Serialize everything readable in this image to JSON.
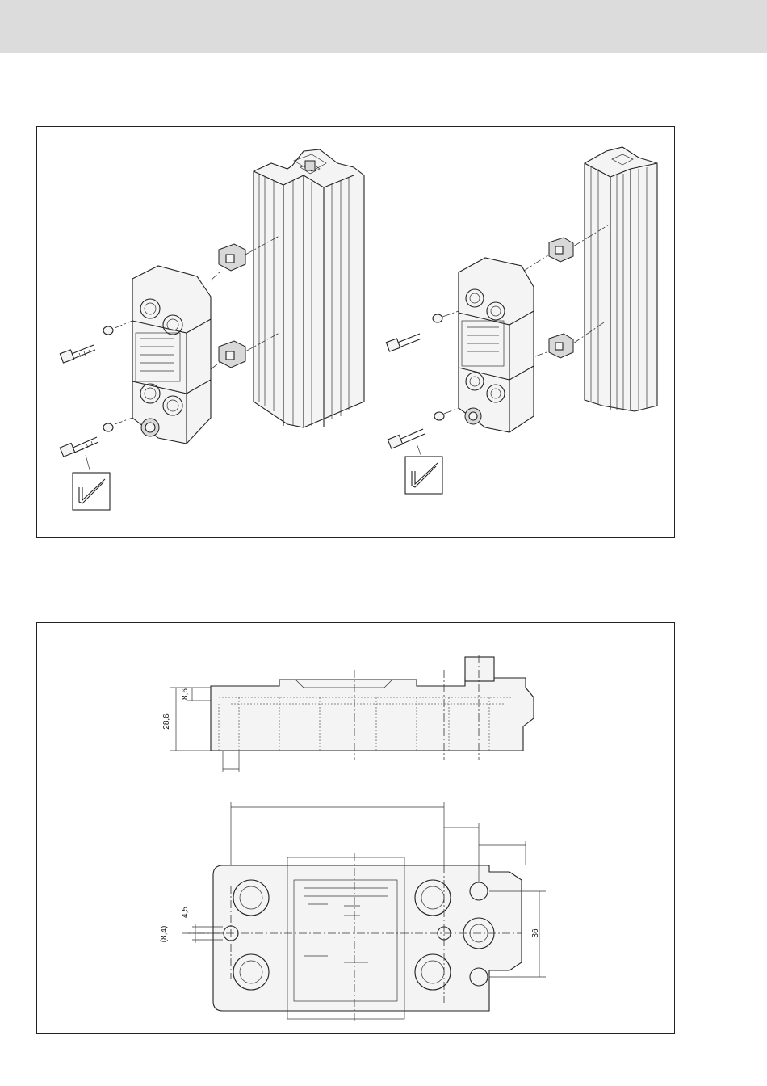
{
  "colors": {
    "header_band": "#dcdcdc",
    "line": "#222222",
    "background": "#ffffff"
  },
  "figure_mounting": {
    "tool_icon": "allen-key-icon"
  },
  "figure_dimensions": {
    "dims": {
      "height_total": "28,6",
      "height_step": "8,6",
      "hole_offset": "4,5",
      "hole_ref": "(8,4)",
      "spacing": "36"
    }
  }
}
